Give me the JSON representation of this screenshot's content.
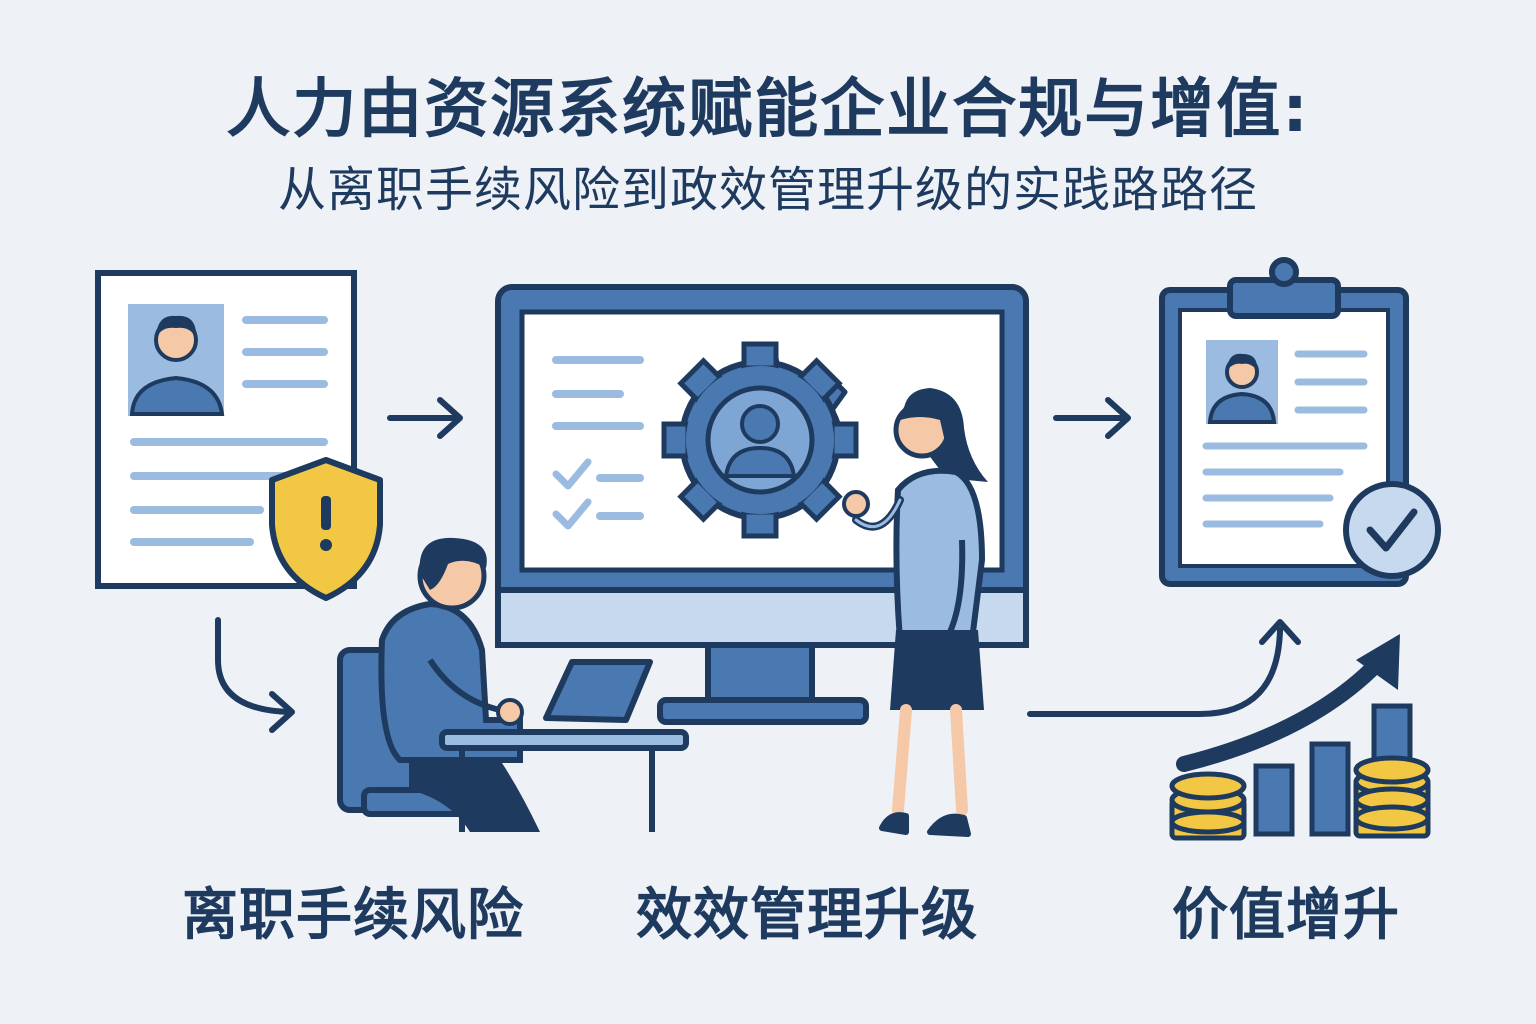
{
  "header": {
    "title": "人力由资源系统赋能企业合规与增值:",
    "subtitle": "从离职手续风险到政效管理升级的实践路路径"
  },
  "captions": {
    "risk": "离职手续风险",
    "management": "效效管理升级",
    "value": "价值增升"
  },
  "colors": {
    "navy": "#1e3a5f",
    "blue": "#4a78b0",
    "light_blue": "#9bbbe0",
    "pale_blue": "#c7d9ef",
    "yellow": "#f2c744",
    "background": "#eef2f7"
  },
  "icons": [
    "resume-document-icon",
    "warning-shield-icon",
    "computer-monitor-icon",
    "gear-user-icon",
    "clipboard-profile-icon",
    "check-badge-icon",
    "growth-arrow-icon",
    "coin-stack-icon",
    "bar-chart-icon"
  ]
}
